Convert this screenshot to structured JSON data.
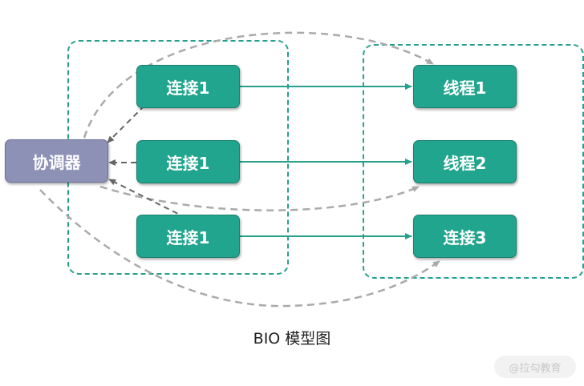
{
  "nodes": {
    "coordinator": "协调器",
    "conn_a": "连接1",
    "conn_b": "连接1",
    "conn_c": "连接1",
    "thread_1": "线程1",
    "thread_2": "线程2",
    "conn_3": "连接3"
  },
  "caption": "BIO 模型图",
  "watermark": "@拉勾教育",
  "colors": {
    "teal": "#22a58e",
    "coordinator": "#8e91b6",
    "dashed_group": "#26a08c",
    "dashed_curve": "#aaaaaa"
  }
}
